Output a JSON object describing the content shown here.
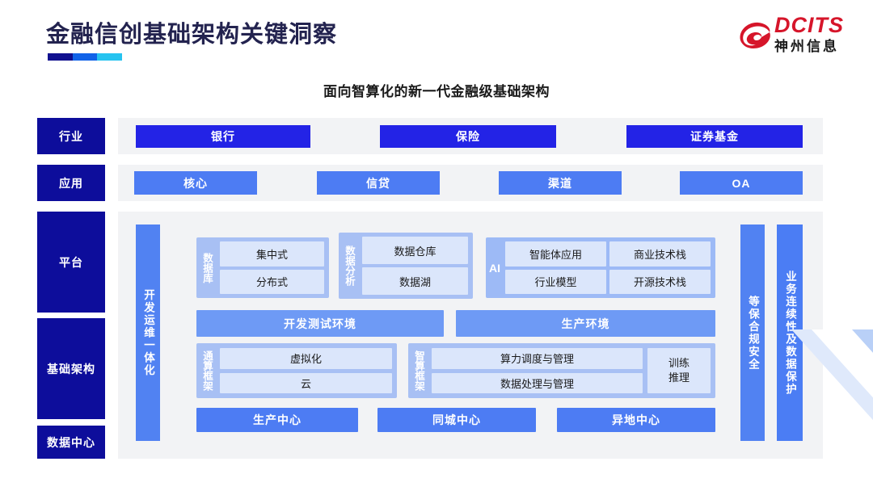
{
  "header": {
    "title": "金融信创基础架构关键洞察",
    "accent_bar_colors": [
      "#10108f",
      "#1163e8",
      "#26c3f0"
    ],
    "logo": {
      "mark": "dcits-swoosh-icon",
      "english": "DCITS",
      "chinese": "神州信息",
      "red": "#d6152a"
    }
  },
  "subtitle": "面向智算化的新一代金融级基础架构",
  "colors": {
    "label_navy": "#0D0D9B",
    "deep_blue": "#2323e6",
    "mid_blue": "#4d7cf3",
    "soft_blue": "#6e9af5",
    "group_blue": "#a8c0f4",
    "cell_blue": "#dbe6fb",
    "panel_gray": "#f2f3f5"
  },
  "rows": {
    "industry": {
      "label": "行业",
      "items": [
        "银行",
        "保险",
        "证券基金"
      ]
    },
    "application": {
      "label": "应用",
      "items": [
        "核心",
        "信贷",
        "渠道",
        "OA"
      ]
    },
    "platform": {
      "label": "平台"
    },
    "infrastructure": {
      "label": "基础架构"
    },
    "datacenter": {
      "label": "数据中心",
      "items": [
        "生产中心",
        "同城中心",
        "异地中心"
      ]
    }
  },
  "devops_bar": "开发运维一体化",
  "right_bars": {
    "compliance": "等保合规安全",
    "continuity": "业务连续性及数据保护"
  },
  "platform": {
    "groups": [
      {
        "tag": "数据库",
        "cells": [
          "集中式",
          "分布式"
        ]
      },
      {
        "tag": "数据分析",
        "cells": [
          "数据仓库",
          "数据湖"
        ]
      }
    ],
    "ai": {
      "tag": "AI",
      "cells": [
        "智能体应用",
        "商业技术栈",
        "行业模型",
        "开源技术栈"
      ]
    },
    "environments": [
      "开发测试环境",
      "生产环境"
    ]
  },
  "infrastructure": {
    "general_framework": {
      "tag": "通算框架",
      "cells": [
        "虚拟化",
        "云"
      ]
    },
    "ai_framework": {
      "tag": "智算框架",
      "cells": [
        "算力调度与管理",
        "数据处理与管理"
      ],
      "side": "训练\n推理",
      "side_line1": "训练",
      "side_line2": "推理"
    }
  }
}
